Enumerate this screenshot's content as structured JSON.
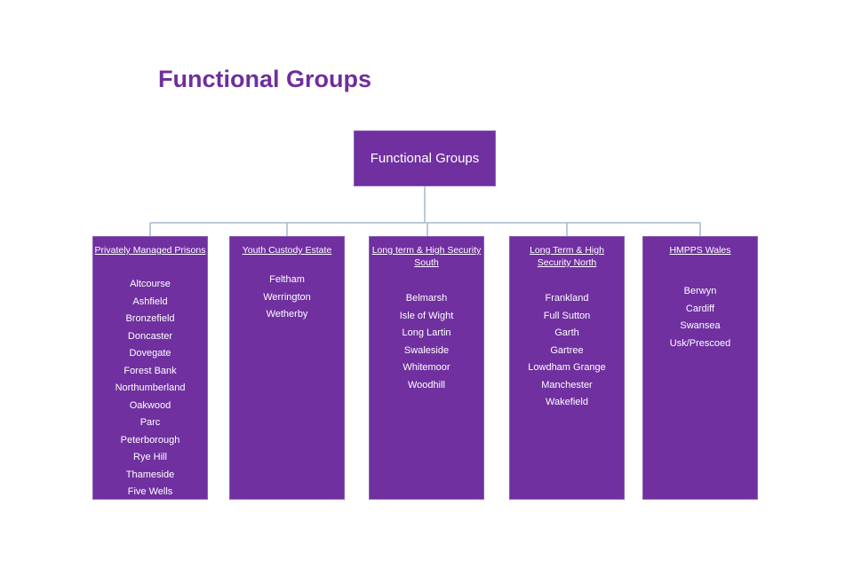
{
  "page": {
    "title": "Functional Groups"
  },
  "org_chart": {
    "root": {
      "label": "Functional Groups"
    },
    "groups": [
      {
        "header": "Privately Managed Prisons",
        "items": [
          "Altcourse",
          "Ashfield",
          "Bronzefield",
          "Doncaster",
          "Dovegate",
          "Forest Bank",
          "Northumberland",
          "Oakwood",
          "Parc",
          "Peterborough",
          "Rye Hill",
          "Thameside",
          "Five Wells"
        ]
      },
      {
        "header": "Youth Custody Estate",
        "items": [
          "Feltham",
          "Werrington",
          "Wetherby"
        ]
      },
      {
        "header": "Long term & High Security\nSouth",
        "items": [
          "Belmarsh",
          "Isle of Wight",
          "Long Lartin",
          "Swaleside",
          "Whitemoor",
          "Woodhill"
        ]
      },
      {
        "header": "Long Term & High\nSecurity North",
        "items": [
          "Frankland",
          "Full Sutton",
          "Garth",
          "Gartree",
          "Lowdham Grange",
          "Manchester",
          "Wakefield"
        ]
      },
      {
        "header": "HMPPS Wales",
        "items": [
          "Berwyn",
          "Cardiff",
          "Swansea",
          "Usk/Prescoed"
        ]
      }
    ]
  },
  "colors": {
    "box_purple": "#7030a0",
    "title_purple": "#6f2e9c",
    "connector_blue": "#a6b7ce",
    "text_white": "#ffffff",
    "box_border": "#8a5fb5"
  }
}
